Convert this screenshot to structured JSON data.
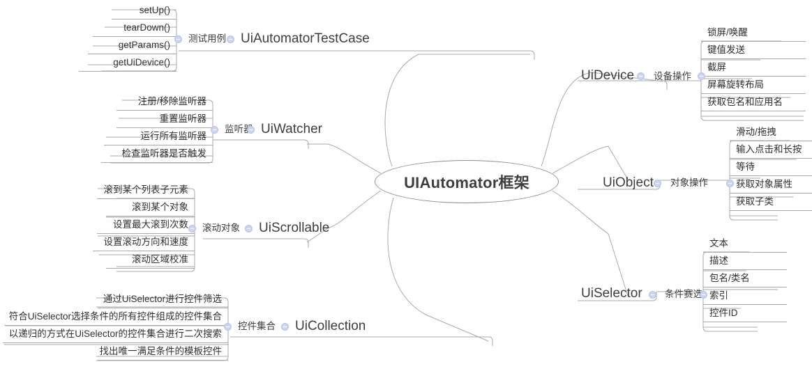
{
  "root": {
    "label": "UIAutomator框架"
  },
  "icons": {
    "collapse": "minus-circle-icon"
  },
  "branches": [
    {
      "id": "testcase",
      "side": "left",
      "class_label": "UiAutomatorTestCase",
      "category_label": "测试用例",
      "leaves": [
        "setUp()",
        "tearDown()",
        "getParams()",
        "getUiDevice()"
      ]
    },
    {
      "id": "watcher",
      "side": "left",
      "class_label": "UiWatcher",
      "category_label": "监听器",
      "leaves": [
        "注册/移除监听器",
        "重置监听器",
        "运行所有监听器",
        "检查监听器是否触发"
      ]
    },
    {
      "id": "scrollable",
      "side": "left",
      "class_label": "UiScrollable",
      "category_label": "滚动对象",
      "leaves": [
        "滚到某个列表子元素",
        "滚到某个对象",
        "设置最大滚到次数",
        "设置滚动方向和速度",
        "滚动区域校准"
      ]
    },
    {
      "id": "collection",
      "side": "left",
      "class_label": "UiCollection",
      "category_label": "控件集合",
      "leaves": [
        "通过UiSelector进行控件筛选",
        "符合UiSelector选择条件的所有控件组成的控件集合",
        "以递归的方式在UiSelector的控件集合进行二次搜索",
        "找出唯一满足条件的模板控件"
      ]
    },
    {
      "id": "device",
      "side": "right",
      "class_label": "UiDevice",
      "category_label": "设备操作",
      "leaves": [
        "锁屏/唤醒",
        "键值发送",
        "截屏",
        "屏幕旋转布局",
        "获取包名和应用名"
      ]
    },
    {
      "id": "object",
      "side": "right",
      "class_label": "UiObject",
      "category_label": "对象操作",
      "leaves": [
        "滑动/拖拽",
        "输入点击和长按",
        "等待",
        "获取对象属性",
        "获取子类"
      ]
    },
    {
      "id": "selector",
      "side": "right",
      "class_label": "UiSelector",
      "category_label": "条件赛选",
      "leaves": [
        "文本",
        "描述",
        "包名/类名",
        "索引",
        "控件ID"
      ]
    }
  ],
  "colors": {
    "line": "#a9a9a9",
    "text": "#3d3d3d",
    "dot_fill": "#ccd6ef",
    "dot_border": "#b5c2e4",
    "background": "#ffffff"
  }
}
